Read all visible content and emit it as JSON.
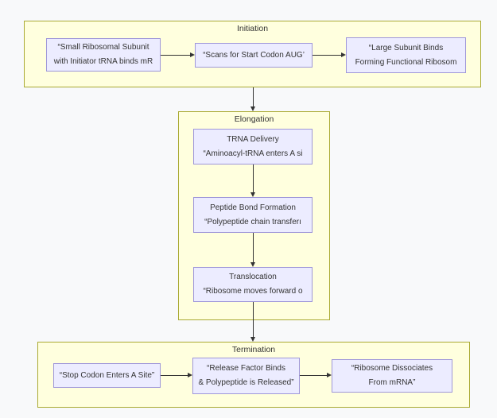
{
  "colors": {
    "page_bg": "#f8f9fa",
    "section_fill": "#ffffde",
    "section_border": "#aaaa33",
    "node_fill": "#ececff",
    "node_border": "#9f97d9",
    "arrow": "#333333",
    "text": "#333333"
  },
  "diagram": {
    "sections": [
      {
        "title": "Initiation",
        "nodes": [
          {
            "lines": [
              "“Small Ribosomal Subunit",
              "with Initiator tRNA binds mR"
            ]
          },
          {
            "lines": [
              "“Scans for Start Codon AUG’"
            ]
          },
          {
            "lines": [
              "“Large Subunit Binds",
              "Forming Functional Ribosom"
            ]
          }
        ]
      },
      {
        "title": "Elongation",
        "nodes": [
          {
            "lines": [
              "TRNA Delivery",
              "“Aminoacyl-tRNA enters A si"
            ]
          },
          {
            "lines": [
              "Peptide Bond Formation",
              "“Polypeptide chain transferı"
            ]
          },
          {
            "lines": [
              "Translocation",
              "“Ribosome moves forward o"
            ]
          }
        ]
      },
      {
        "title": "Termination",
        "nodes": [
          {
            "lines": [
              "“Stop Codon Enters A Site”"
            ]
          },
          {
            "lines": [
              "“Release Factor Binds",
              "& Polypeptide is Released”"
            ]
          },
          {
            "lines": [
              "“Ribosome Dissociates",
              "From mRNA”"
            ]
          }
        ]
      }
    ]
  }
}
